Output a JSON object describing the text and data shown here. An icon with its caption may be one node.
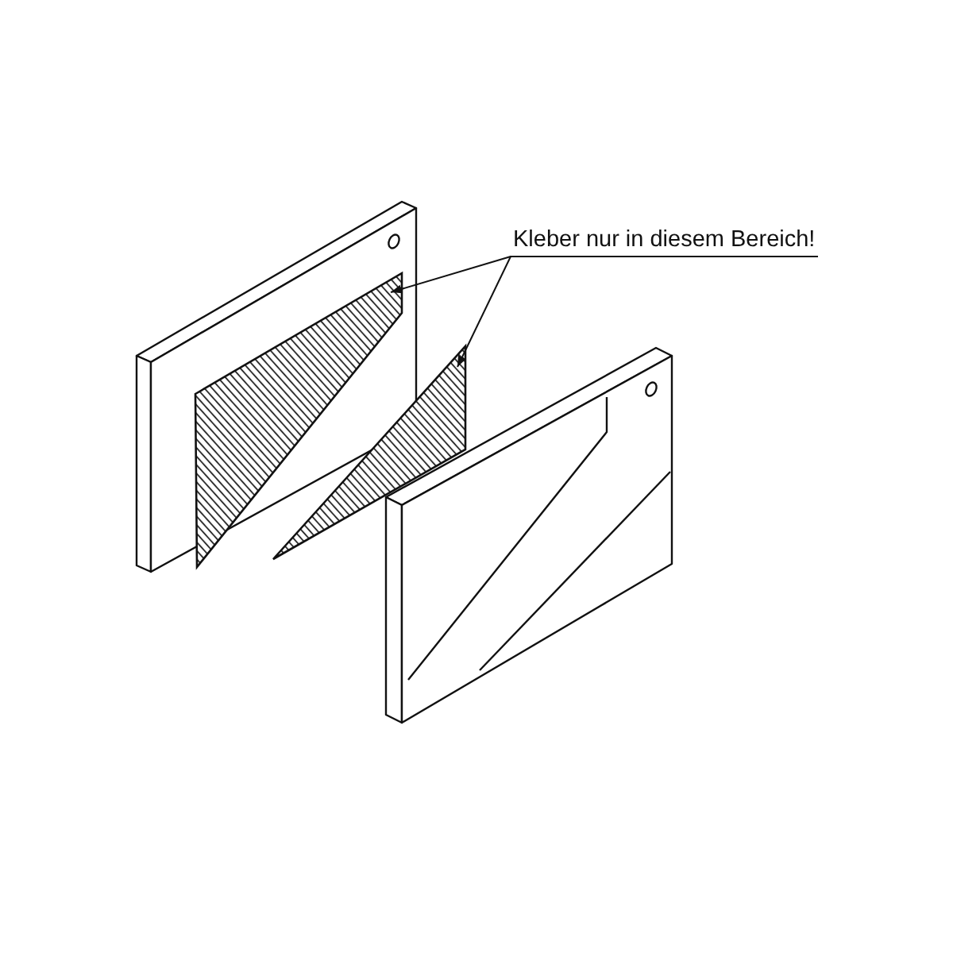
{
  "diagram": {
    "nodes": [
      {
        "text": [
          "Kleber nur in diesem Bereich!"
        ]
      },
      {
        "text": [],
        "shape": "triangle"
      },
      {
        "text": [],
        "shape": "triangle"
      }
    ],
    "edges": [
      {
        "from": 0,
        "to": 1,
        "arrow": "to"
      },
      {
        "from": 0,
        "to": 2,
        "arrow": "to"
      }
    ]
  }
}
